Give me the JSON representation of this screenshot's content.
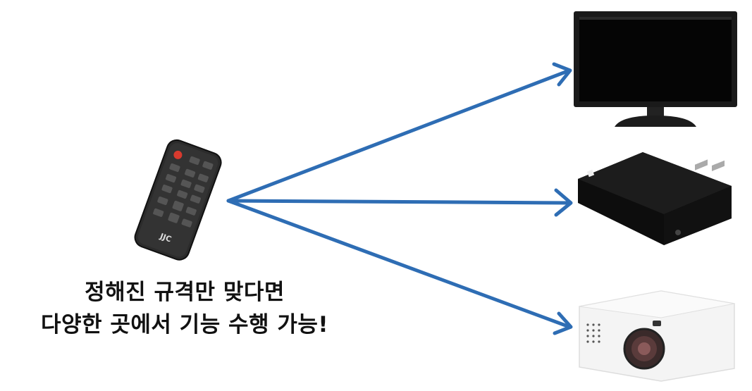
{
  "caption": {
    "line1": "정해진 규격만 맞다면",
    "line2": "다양한 곳에서 기능 수행 가능!"
  },
  "remote": {
    "brand": "JJC"
  },
  "devices": [
    "tv-monitor",
    "media-player-box",
    "projector"
  ],
  "colors": {
    "arrow": "#2e6db4",
    "remote_body": "#2b2b2b",
    "tv_frame": "#1a1a1a",
    "projector_body": "#f4f4f4"
  }
}
